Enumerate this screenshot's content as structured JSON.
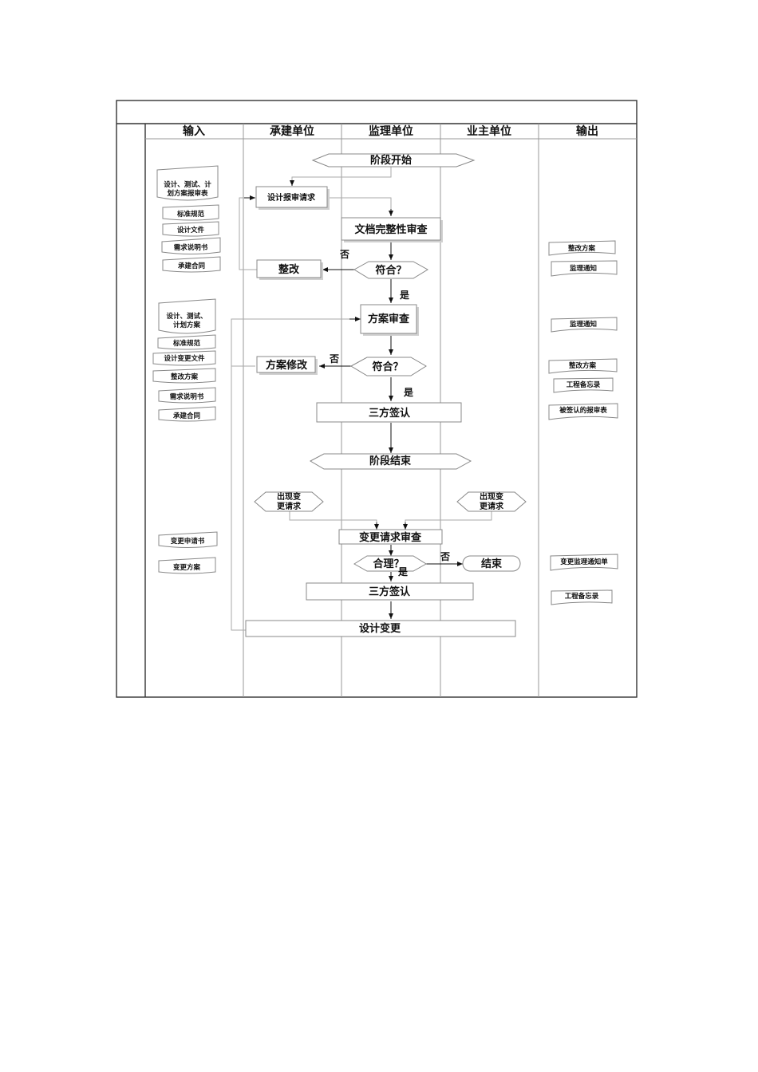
{
  "headers": {
    "input": "输入",
    "contractor": "承建单位",
    "supervisor": "监理单位",
    "owner": "业主单位",
    "output": "输出"
  },
  "flow": {
    "stage_start": "阶段开始",
    "design_submit": "设计报审请求",
    "doc_review": "文档完整性审查",
    "comply_1": "符合？",
    "rectify": "整改",
    "plan_review": "方案审查",
    "comply_2": "符合？",
    "plan_modify": "方案修改",
    "tri_sign_1": "三方签认",
    "stage_end": "阶段结束",
    "change_req_left": [
      "出现变",
      "更请求"
    ],
    "change_req_right": [
      "出现变",
      "更请求"
    ],
    "change_review": "变更请求审查",
    "reasonable": "合理？",
    "end": "结束",
    "tri_sign_2": "三方签认",
    "design_change": "设计变更"
  },
  "labels": {
    "no_1": "否",
    "yes_1": "是",
    "no_2": "否",
    "yes_2": "是",
    "no_3": "否",
    "yes_3": "是"
  },
  "inputs": {
    "group1_plan": [
      "设计、测试、计",
      "划方案报审表"
    ],
    "group1": [
      "标准规范",
      "设计文件",
      "需求说明书",
      "承建合同"
    ],
    "group2_plan": [
      "设计、测试、",
      "计划方案"
    ],
    "group2": [
      "标准规范",
      "设计变更文件",
      "整改方案",
      "需求说明书",
      "承建合同"
    ],
    "group3": [
      "变更申请书",
      "变更方案"
    ]
  },
  "outputs": {
    "group1": [
      "整改方案",
      "监理通知"
    ],
    "group2": [
      "监理通知",
      "整改方案",
      "工程备忘录",
      "被签认的报审表"
    ],
    "group3": [
      "变更监理通知单",
      "工程备忘录"
    ]
  }
}
